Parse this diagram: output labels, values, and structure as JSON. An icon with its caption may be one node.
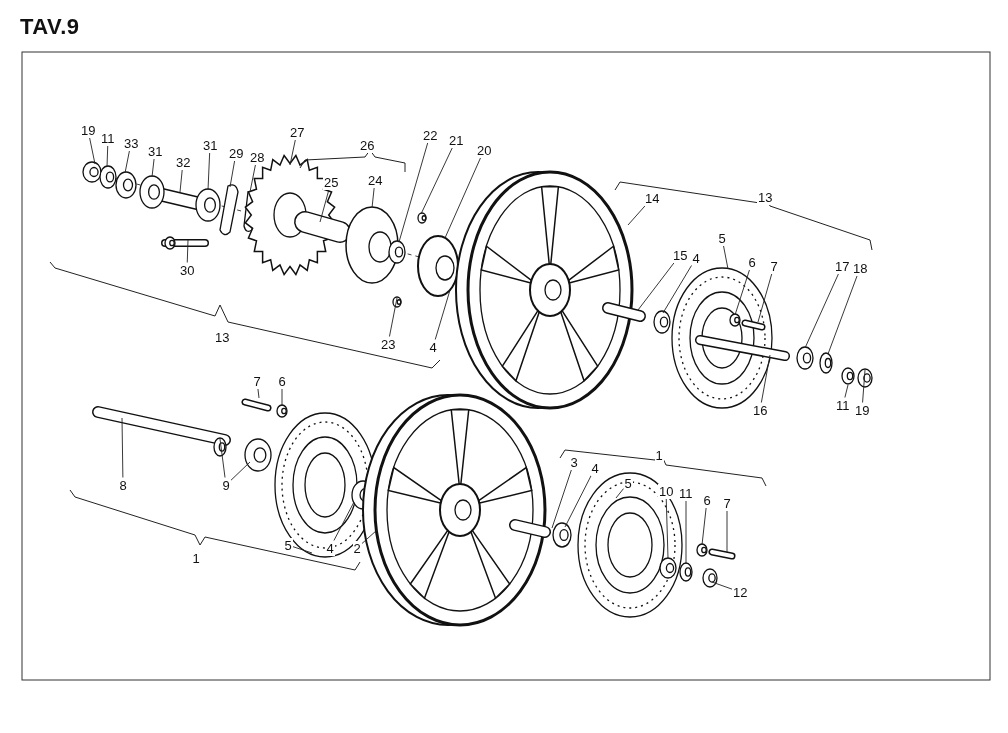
{
  "diagram": {
    "title": "TAV.9",
    "nodes": [
      {
        "text": [
          "19"
        ]
      },
      {
        "text": [
          "11"
        ]
      },
      {
        "text": [
          "33"
        ]
      },
      {
        "text": [
          "31"
        ]
      },
      {
        "text": [
          "32"
        ]
      },
      {
        "text": [
          "31"
        ]
      },
      {
        "text": [
          "29"
        ]
      },
      {
        "text": [
          "28"
        ]
      },
      {
        "text": [
          "27"
        ]
      },
      {
        "text": [
          "30"
        ]
      },
      {
        "text": [
          "25"
        ]
      },
      {
        "text": [
          "24"
        ]
      },
      {
        "text": [
          "22"
        ]
      },
      {
        "text": [
          "21"
        ]
      },
      {
        "text": [
          "20"
        ]
      },
      {
        "text": [
          "23"
        ]
      },
      {
        "text": [
          "4"
        ]
      },
      {
        "text": [
          "14"
        ]
      },
      {
        "text": [
          "15"
        ]
      },
      {
        "text": [
          "4"
        ]
      },
      {
        "text": [
          "5"
        ]
      },
      {
        "text": [
          "6"
        ]
      },
      {
        "text": [
          "7"
        ]
      },
      {
        "text": [
          "17"
        ]
      },
      {
        "text": [
          "18"
        ]
      },
      {
        "text": [
          "16"
        ]
      },
      {
        "text": [
          "11"
        ]
      },
      {
        "text": [
          "19"
        ]
      },
      {
        "text": [
          "7"
        ]
      },
      {
        "text": [
          "6"
        ]
      },
      {
        "text": [
          "8"
        ]
      },
      {
        "text": [
          "9"
        ]
      },
      {
        "text": [
          "5"
        ]
      },
      {
        "text": [
          "4"
        ]
      },
      {
        "text": [
          "2"
        ]
      },
      {
        "text": [
          "3"
        ]
      },
      {
        "text": [
          "4"
        ]
      },
      {
        "text": [
          "5"
        ]
      },
      {
        "text": [
          "10"
        ]
      },
      {
        "text": [
          "11"
        ]
      },
      {
        "text": [
          "6"
        ]
      },
      {
        "text": [
          "7"
        ]
      },
      {
        "text": [
          "12"
        ]
      },
      {
        "text": [
          "26"
        ]
      },
      {
        "text": [
          "13"
        ]
      },
      {
        "text": [
          "13"
        ]
      },
      {
        "text": [
          "1"
        ]
      },
      {
        "text": [
          "1"
        ]
      }
    ],
    "edges": [
      {
        "from": 0,
        "to": null,
        "arrow": "none"
      },
      {
        "from": 1,
        "to": null,
        "arrow": "none"
      },
      {
        "from": 2,
        "to": null,
        "arrow": "none"
      },
      {
        "from": 3,
        "to": null,
        "arrow": "none"
      },
      {
        "from": 4,
        "to": null,
        "arrow": "none"
      },
      {
        "from": 5,
        "to": null,
        "arrow": "none"
      },
      {
        "from": 6,
        "to": null,
        "arrow": "none"
      },
      {
        "from": 7,
        "to": null,
        "arrow": "none"
      },
      {
        "from": 8,
        "to": null,
        "arrow": "none"
      },
      {
        "from": 9,
        "to": null,
        "arrow": "none"
      },
      {
        "from": 10,
        "to": null,
        "arrow": "none"
      },
      {
        "from": 11,
        "to": null,
        "arrow": "none"
      },
      {
        "from": 12,
        "to": null,
        "arrow": "none"
      },
      {
        "from": 13,
        "to": null,
        "arrow": "none"
      },
      {
        "from": 14,
        "to": null,
        "arrow": "none"
      },
      {
        "from": 15,
        "to": null,
        "arrow": "none"
      },
      {
        "from": 16,
        "to": null,
        "arrow": "none"
      },
      {
        "from": 17,
        "to": null,
        "arrow": "none"
      },
      {
        "from": 18,
        "to": null,
        "arrow": "none"
      },
      {
        "from": 19,
        "to": null,
        "arrow": "none"
      },
      {
        "from": 20,
        "to": null,
        "arrow": "none"
      },
      {
        "from": 21,
        "to": null,
        "arrow": "none"
      },
      {
        "from": 22,
        "to": null,
        "arrow": "none"
      },
      {
        "from": 23,
        "to": null,
        "arrow": "none"
      },
      {
        "from": 24,
        "to": null,
        "arrow": "none"
      },
      {
        "from": 25,
        "to": null,
        "arrow": "none"
      },
      {
        "from": 26,
        "to": null,
        "arrow": "none"
      },
      {
        "from": 27,
        "to": null,
        "arrow": "none"
      },
      {
        "from": 28,
        "to": null,
        "arrow": "none"
      },
      {
        "from": 29,
        "to": null,
        "arrow": "none"
      },
      {
        "from": 30,
        "to": null,
        "arrow": "none"
      },
      {
        "from": 31,
        "to": null,
        "arrow": "none"
      },
      {
        "from": 31,
        "to": null,
        "arrow": "none"
      },
      {
        "from": 32,
        "to": null,
        "arrow": "none"
      },
      {
        "from": 33,
        "to": null,
        "arrow": "none"
      },
      {
        "from": 34,
        "to": null,
        "arrow": "none"
      },
      {
        "from": 35,
        "to": null,
        "arrow": "none"
      },
      {
        "from": 36,
        "to": null,
        "arrow": "none"
      },
      {
        "from": 37,
        "to": null,
        "arrow": "none"
      },
      {
        "from": 38,
        "to": null,
        "arrow": "none"
      },
      {
        "from": 39,
        "to": null,
        "arrow": "none"
      },
      {
        "from": 40,
        "to": null,
        "arrow": "none"
      },
      {
        "from": 41,
        "to": null,
        "arrow": "none"
      },
      {
        "from": 42,
        "to": null,
        "arrow": "none"
      }
    ]
  }
}
